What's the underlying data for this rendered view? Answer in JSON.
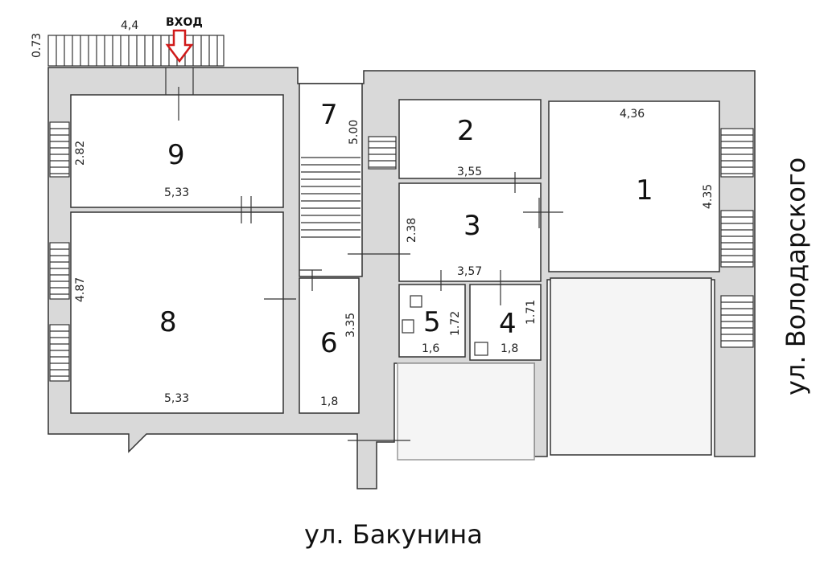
{
  "entrance": {
    "label": "ВХОД",
    "arrow_color": "#d01919"
  },
  "streets": {
    "bottom": "ул. Бакунина",
    "right": "ул. Володарского"
  },
  "rooms": [
    {
      "id": "1",
      "label": "1"
    },
    {
      "id": "2",
      "label": "2"
    },
    {
      "id": "3",
      "label": "3"
    },
    {
      "id": "4",
      "label": "4"
    },
    {
      "id": "5",
      "label": "5"
    },
    {
      "id": "6",
      "label": "6"
    },
    {
      "id": "7",
      "label": "7"
    },
    {
      "id": "8",
      "label": "8"
    },
    {
      "id": "9",
      "label": "9"
    }
  ],
  "dimensions": {
    "porch_width": "4,4",
    "porch_depth": "0.73",
    "room9_width": "5,33",
    "room9_height": "2.82",
    "room8_height": "4.87",
    "room8_width": "5,33",
    "room7_height": "5.00",
    "room6_height": "3.35",
    "room6_width": "1,8",
    "room2_width": "3,55",
    "room3_height": "2.38",
    "room3_width": "3,57",
    "room5_height": "1.72",
    "room5_width": "1,6",
    "room4_height": "1.71",
    "room4_width": "1,8",
    "room1_width": "4,36",
    "room1_height": "4.35"
  }
}
